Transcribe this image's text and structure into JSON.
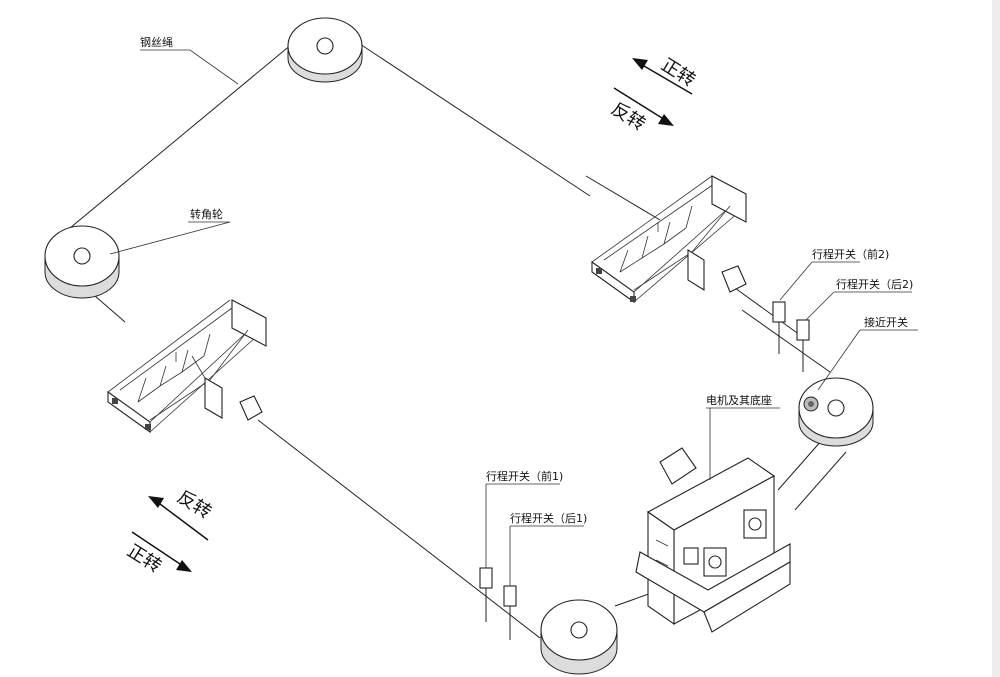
{
  "labels": {
    "wire_rope": "钢丝绳",
    "corner_wheel": "转角轮",
    "limit_front2": "行程开关（前2)",
    "limit_rear2": "行程开关（后2)",
    "proximity": "接近开关",
    "motor_base": "电机及其底座",
    "limit_front1": "行程开关（前1)",
    "limit_rear1": "行程开关（后1)"
  },
  "arrows": {
    "top_forward": "正转",
    "top_reverse": "反转",
    "bottom_reverse": "反转",
    "bottom_forward": "正转"
  }
}
